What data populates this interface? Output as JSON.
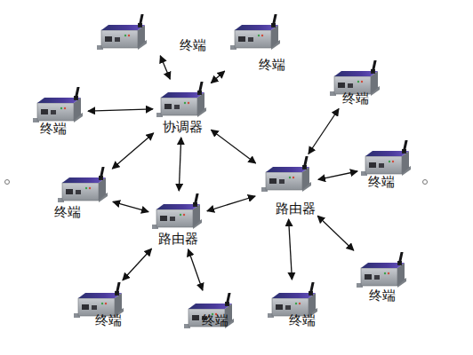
{
  "diagram": {
    "nodes": [
      {
        "text": [
          "终端"
        ]
      },
      {
        "text": [
          "终端"
        ]
      },
      {
        "text": [
          "终端"
        ]
      },
      {
        "text": [
          "协调器"
        ]
      },
      {
        "text": [
          "终端"
        ]
      },
      {
        "text": [
          "终端"
        ]
      },
      {
        "text": [
          "路由器"
        ]
      },
      {
        "text": [
          "终端"
        ]
      },
      {
        "text": [
          "路由器"
        ]
      },
      {
        "text": [
          "终端"
        ]
      },
      {
        "text": [
          "终端"
        ]
      },
      {
        "text": [
          "终端"
        ]
      },
      {
        "text": [
          "终端"
        ]
      }
    ],
    "edges": [
      {
        "from": 0,
        "to": 3,
        "arrow": "both"
      },
      {
        "from": 1,
        "to": 3,
        "arrow": "both"
      },
      {
        "from": 2,
        "to": 3,
        "arrow": "both"
      },
      {
        "from": 3,
        "to": 8,
        "arrow": "both"
      },
      {
        "from": 3,
        "to": 6,
        "arrow": "both"
      },
      {
        "from": 7,
        "to": 3,
        "arrow": "both"
      },
      {
        "from": 7,
        "to": 8,
        "arrow": "both"
      },
      {
        "from": 8,
        "to": 6,
        "arrow": "both"
      },
      {
        "from": 6,
        "to": 4,
        "arrow": "both"
      },
      {
        "from": 6,
        "to": 5,
        "arrow": "both"
      },
      {
        "from": 6,
        "to": 9,
        "arrow": "both"
      },
      {
        "from": 6,
        "to": 11,
        "arrow": "both"
      },
      {
        "from": 8,
        "to": 10,
        "arrow": "both"
      },
      {
        "from": 8,
        "to": 12,
        "arrow": "both"
      }
    ]
  }
}
